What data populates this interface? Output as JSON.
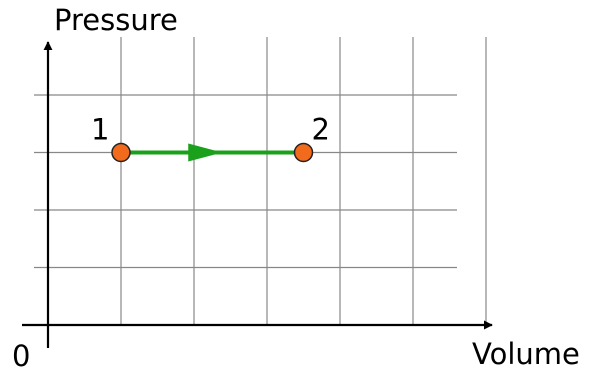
{
  "chart_data": {
    "type": "line",
    "title": "",
    "xlabel": "Volume",
    "ylabel": "Pressure",
    "origin_label": "0",
    "grid": true,
    "grid_columns": 6,
    "grid_rows": 4,
    "x_range": [
      0,
      6
    ],
    "y_range": [
      0,
      4
    ],
    "points": [
      {
        "label": "1",
        "x": 1,
        "y": 3
      },
      {
        "label": "2",
        "x": 3.5,
        "y": 3
      }
    ],
    "process": {
      "from": "1",
      "to": "2",
      "direction": "right"
    },
    "colors": {
      "process_line": "#1aa01a",
      "point_fill": "#f26a1b",
      "point_stroke": "#222222",
      "grid": "#888888",
      "axes": "#000000"
    }
  }
}
